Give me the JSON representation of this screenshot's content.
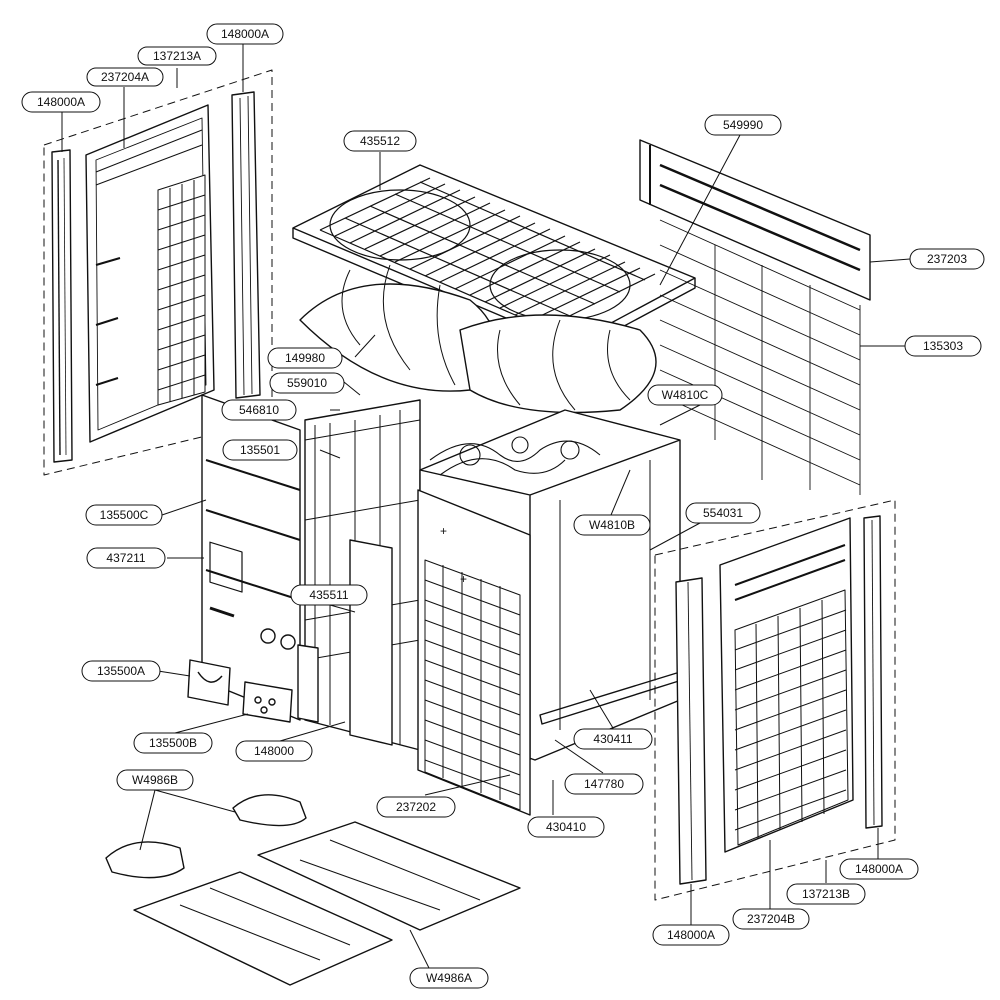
{
  "diagram": {
    "line_color": "#111111",
    "background": "#ffffff",
    "part_labels": {
      "l1": "148000A",
      "l2": "137213A",
      "l3": "237204A",
      "l4": "148000A",
      "l5": "435512",
      "l6": "549990",
      "l7": "237203",
      "l8": "135303",
      "l9": "149980",
      "l10": "559010",
      "l11": "546810",
      "l12": "W4810C",
      "l13": "135501",
      "l14": "135500C",
      "l15": "W4810B",
      "l16": "554031",
      "l17": "437211",
      "l18": "435511",
      "l19": "135500A",
      "l20": "135500B",
      "l21": "148000",
      "l22": "430411",
      "l23": "147780",
      "l24": "W4986B",
      "l25": "237202",
      "l26": "430410",
      "l27": "148000A",
      "l28": "137213B",
      "l29": "237204B",
      "l30": "148000A",
      "l31": "W4986A"
    }
  }
}
